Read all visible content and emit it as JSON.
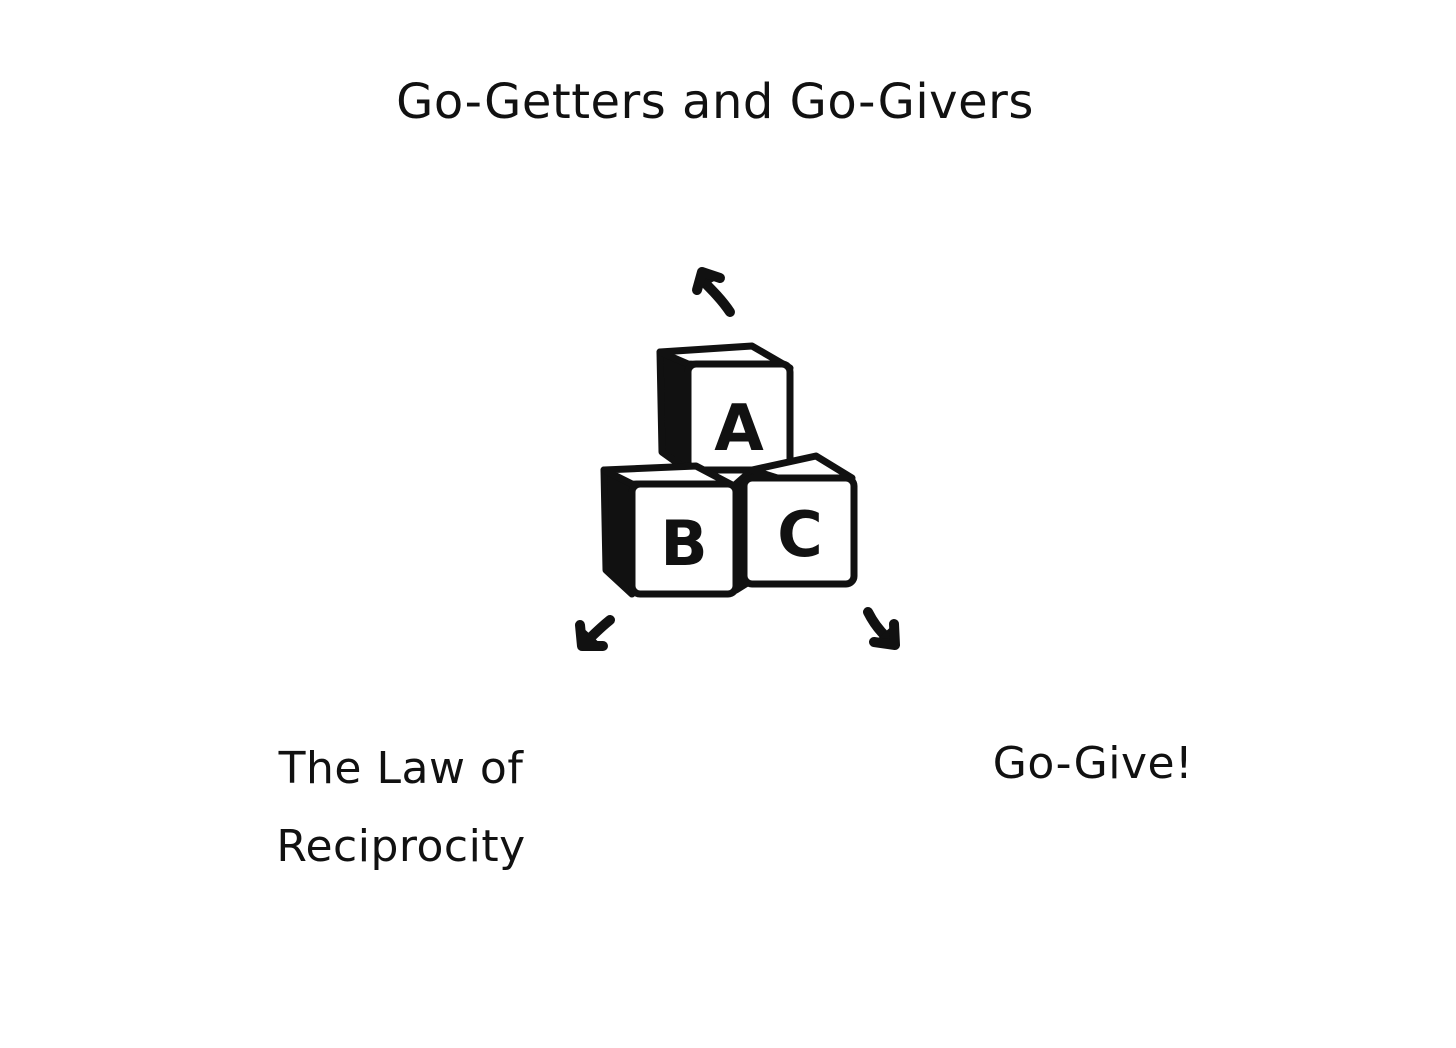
{
  "diagram": {
    "title": "Go-Getters and Go-Givers",
    "left_label": "The Law of Reciprocity",
    "right_label": "Go-Give!",
    "blocks": [
      {
        "letter": "A",
        "icon": "letter-block-a-icon"
      },
      {
        "letter": "B",
        "icon": "letter-block-b-icon"
      },
      {
        "letter": "C",
        "icon": "letter-block-c-icon"
      }
    ],
    "arrows": [
      "arrow-up-icon",
      "arrow-down-left-icon",
      "arrow-down-right-icon"
    ],
    "colors": {
      "background": "#ffffff",
      "ink": "#111111"
    }
  }
}
